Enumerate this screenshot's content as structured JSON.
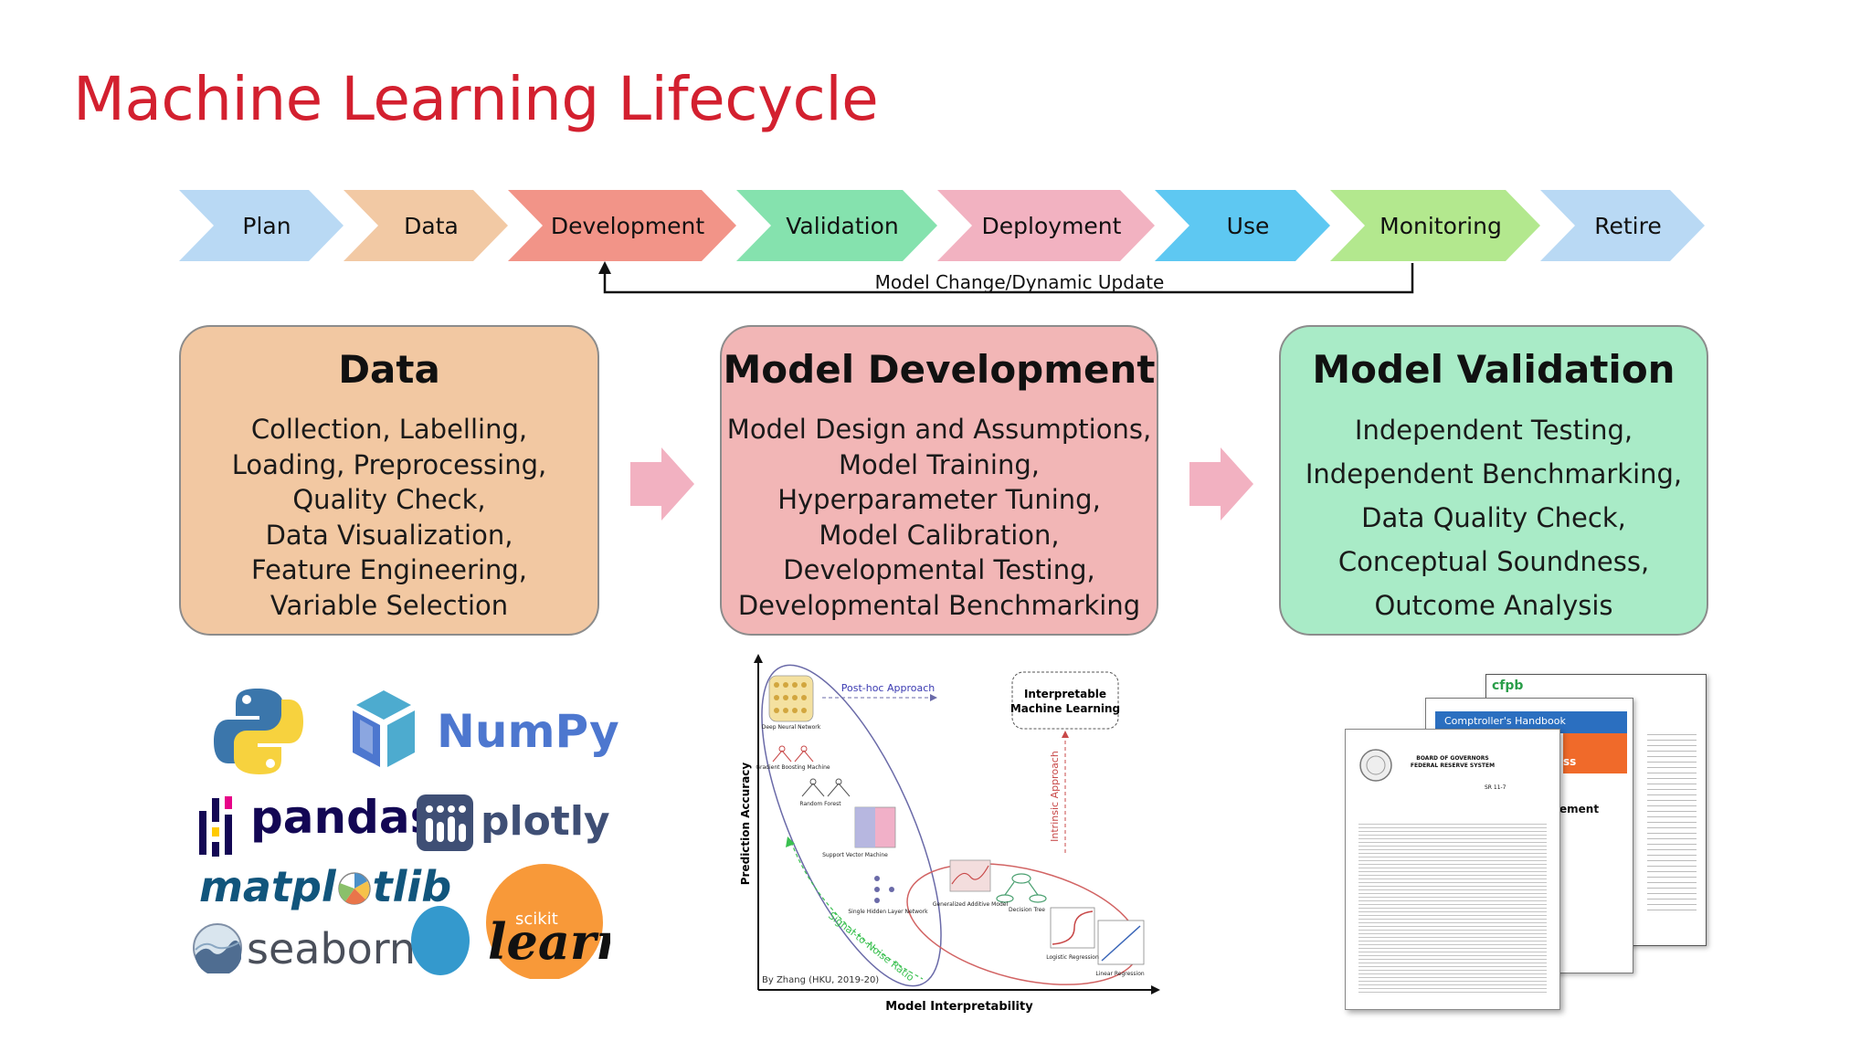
{
  "title": "Machine Learning Lifecycle",
  "stages": [
    {
      "label": "Plan",
      "color": "#b9d9f4"
    },
    {
      "label": "Data",
      "color": "#f2c9a4"
    },
    {
      "label": "Development",
      "color": "#f29488"
    },
    {
      "label": "Validation",
      "color": "#85e2ae"
    },
    {
      "label": "Deployment",
      "color": "#f2b2c1"
    },
    {
      "label": "Use",
      "color": "#5ec8f2"
    },
    {
      "label": "Monitoring",
      "color": "#b3e88e"
    },
    {
      "label": "Retire",
      "color": "#b9d9f4"
    }
  ],
  "feedback_label": "Model Change/Dynamic Update",
  "boxes": {
    "data": {
      "title": "Data",
      "items": [
        "Collection, Labelling,",
        "Loading, Preprocessing,",
        "Quality Check,",
        "Data Visualization,",
        "Feature Engineering,",
        "Variable Selection"
      ]
    },
    "dev": {
      "title": "Model Development",
      "items": [
        "Model Design and Assumptions,",
        "Model Training,",
        "Hyperparameter Tuning,",
        "Model Calibration,",
        "Developmental Testing,",
        "Developmental Benchmarking"
      ]
    },
    "val": {
      "title": "Model Validation",
      "items": [
        "Independent Testing,",
        "Independent Benchmarking,",
        "Data Quality Check,",
        "Conceptual Soundness,",
        "Outcome Analysis"
      ]
    }
  },
  "logos": {
    "numpy": "NumPy",
    "pandas": "pandas",
    "plotly": "plotly",
    "matplotlib_a": "matpl",
    "matplotlib_b": "tlib",
    "seaborn": "seaborn",
    "scikit": "scikit",
    "learn": "learn"
  },
  "figure": {
    "ylabel": "Prediction Accuracy",
    "xlabel": "Model Interpretability",
    "posthoc": "Post-hoc Approach",
    "interp_line1": "Interpretable",
    "interp_line2": "Machine Learning",
    "intrinsic": "Intrinsic Approach",
    "snr": "Signal-to-Noise Ratio",
    "credit": "By Zhang (HKU, 2019-20)",
    "models": [
      "Deep Neural Network",
      "Gradient Boosting Machine",
      "Random Forest",
      "Support Vector Machine",
      "Single Hidden Layer Network",
      "Generalized Additive Model",
      "Decision Tree",
      "Logistic Regression",
      "Linear Regression"
    ]
  },
  "documents": {
    "handbook": "Comptroller's Handbook",
    "cfpb": "cfpb",
    "board1": "BOARD OF GOVERNORS",
    "board2": "FEDERAL RESERVE SYSTEM",
    "sr": "SR 11-7",
    "ss": "ss",
    "ement": "ement"
  }
}
